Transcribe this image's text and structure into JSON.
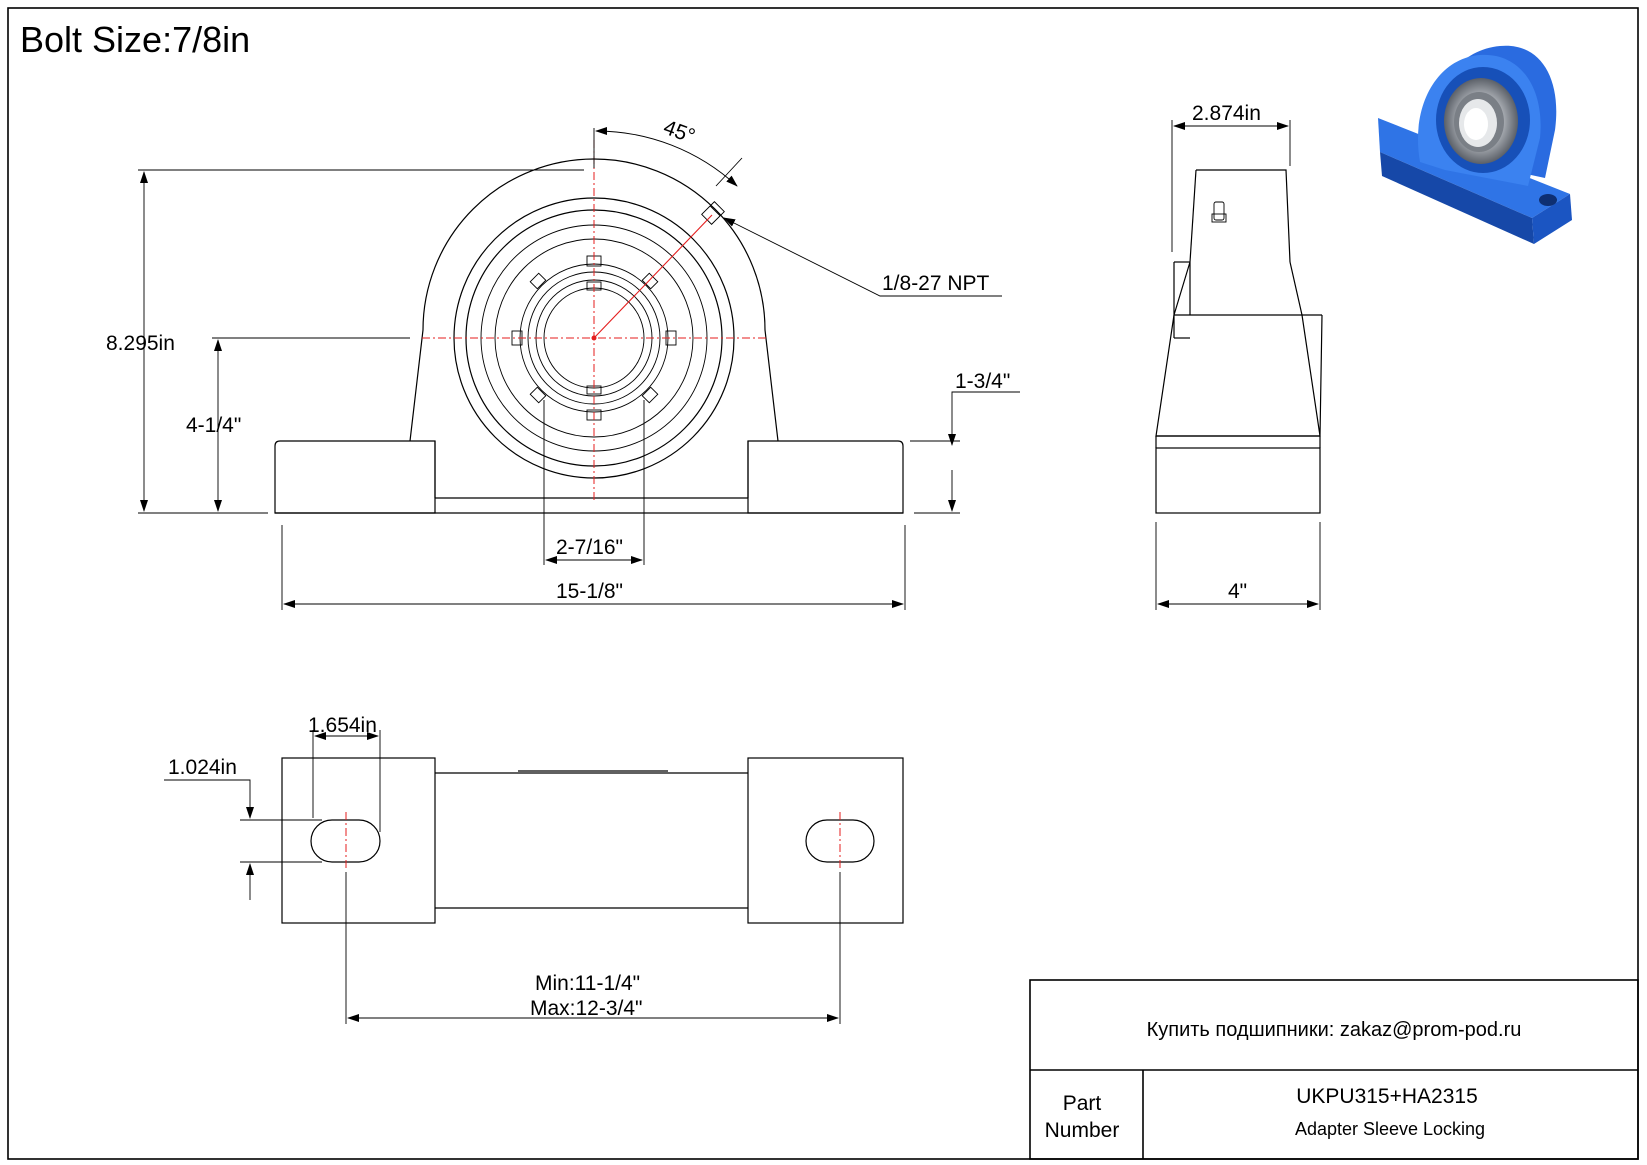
{
  "title": "Bolt Size:7/8in",
  "front_view": {
    "angle": "45°",
    "grease_fitting": "1/8-27 NPT",
    "total_height": "8.295in",
    "center_height": "4-1/4\"",
    "base_height": "1-3/4\"",
    "bore": "2-7/16\"",
    "total_length": "15-1/8\""
  },
  "side_view": {
    "housing_width": "2.874in",
    "base_width": "4\""
  },
  "top_view": {
    "slot_length": "1.654in",
    "slot_width": "1.024in",
    "bolt_spacing_min": "Min:11-1/4\"",
    "bolt_spacing_max": "Max:12-3/4\""
  },
  "title_block": {
    "contact": "Купить подшипники: zakaz@prom-pod.ru",
    "part_label_1": "Part",
    "part_label_2": "Number",
    "part_number": "UKPU315+HA2315",
    "description": "Adapter Sleeve Locking"
  },
  "colors": {
    "centerline": "#e41e1e",
    "housing_blue": "#1f5fd0"
  }
}
